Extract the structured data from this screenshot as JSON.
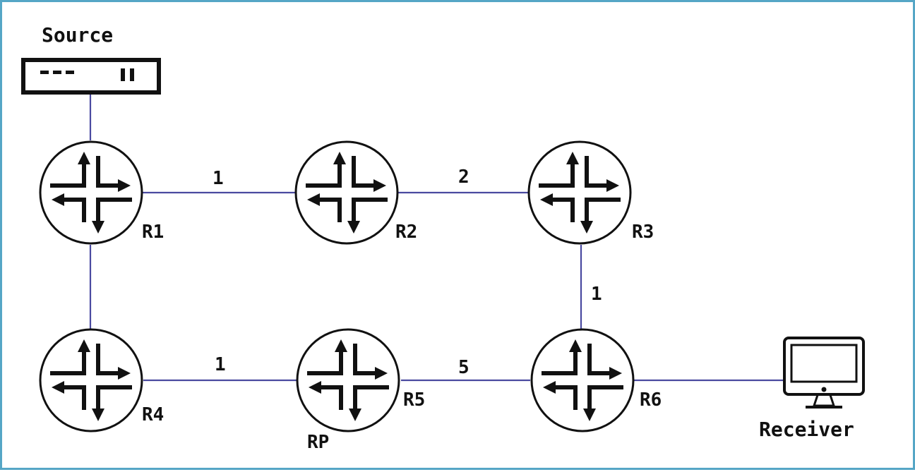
{
  "diagram": {
    "source_label": "Source",
    "receiver_label": "Receiver",
    "routers": [
      {
        "id": "r1",
        "label": "R1"
      },
      {
        "id": "r2",
        "label": "R2"
      },
      {
        "id": "r3",
        "label": "R3"
      },
      {
        "id": "r4",
        "label": "R4"
      },
      {
        "id": "r5",
        "label": "R5"
      },
      {
        "id": "r6",
        "label": "R6"
      }
    ],
    "rp_label": "RP",
    "link_costs": {
      "r1_r2": "1",
      "r2_r3": "2",
      "r3_r6": "1",
      "r4_r5": "1",
      "r5_r6": "5"
    },
    "colors": {
      "border": "#55a6c6",
      "links": "#4a4aa0",
      "device": "#111111"
    }
  }
}
